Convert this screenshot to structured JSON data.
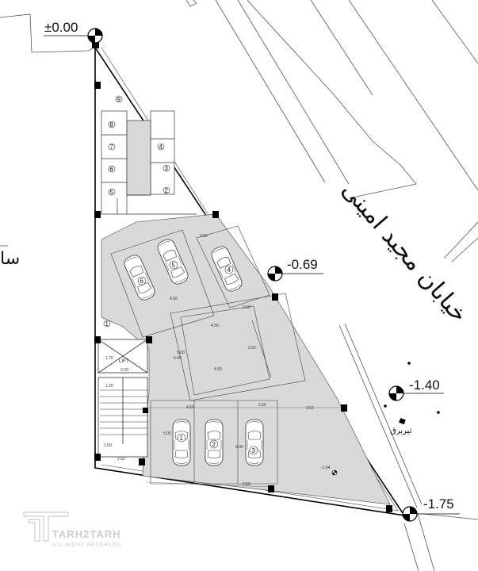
{
  "plan": {
    "elevations": {
      "top_left": "±0.00",
      "mid_right": "-0.69",
      "right": "-1.40",
      "bottom_right": "-1.75",
      "floor_spot": "-1.64"
    },
    "street_name": "خیابان مجید امینی",
    "left_edge_text": "سا",
    "electric_post_label": "تیربرق",
    "lift_label": "LIFT",
    "parking_numbers": [
      "1",
      "2",
      "3",
      "4",
      "5",
      "6"
    ],
    "storage_numbers": [
      "1",
      "2",
      "3",
      "4",
      "5",
      "6",
      "7",
      "8",
      "9"
    ],
    "dimensions": {
      "d_4_50_a": "4.50",
      "d_4_50_b": "4.50",
      "d_4_50_c": "4.50",
      "d_4_50_d": "4.50",
      "d_2_50_a": "2.50",
      "d_2_50_b": "2.50",
      "d_2_50_c": "2.50",
      "d_2_50_d": "2.50",
      "d_2_50_e": "2.50",
      "d_5_00_a": "5.00",
      "d_5_00_b": "5.00",
      "d_5_00_c": "5.00",
      "d_5_00_d": "5.00",
      "d_3_52": "3.52",
      "d_1_70": "1.70",
      "d_2_20": "2.20",
      "d_1_20": "1.20",
      "d_1_50": "1.50",
      "d_2_50_f": "2.50"
    }
  },
  "watermark": {
    "brand": "TARH2TARH",
    "tagline": "ALL RIGHT RESERVED"
  }
}
